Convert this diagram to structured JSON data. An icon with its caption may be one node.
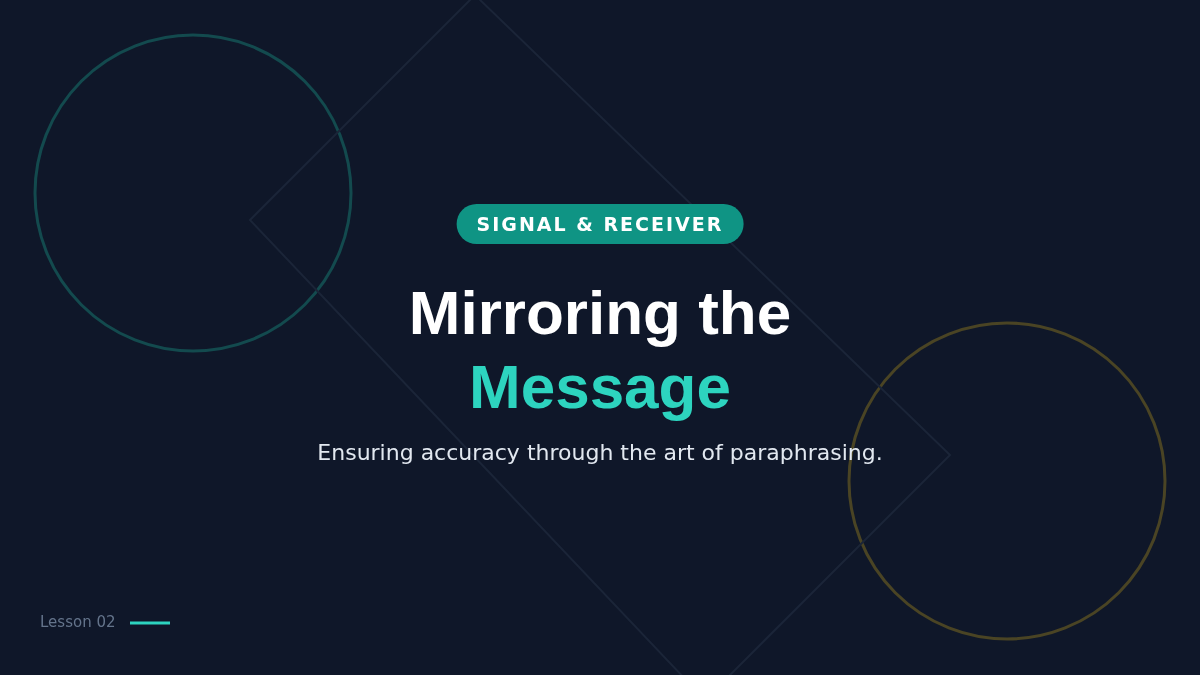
{
  "diagram": {
    "title": "Mirroring the Message",
    "nodes": [
      {
        "text": [
          "SIGNAL & RECEIVER"
        ]
      }
    ],
    "labels": [
      "Ensuring accuracy through the art of paraphrasing.",
      "Lesson 02"
    ]
  }
}
